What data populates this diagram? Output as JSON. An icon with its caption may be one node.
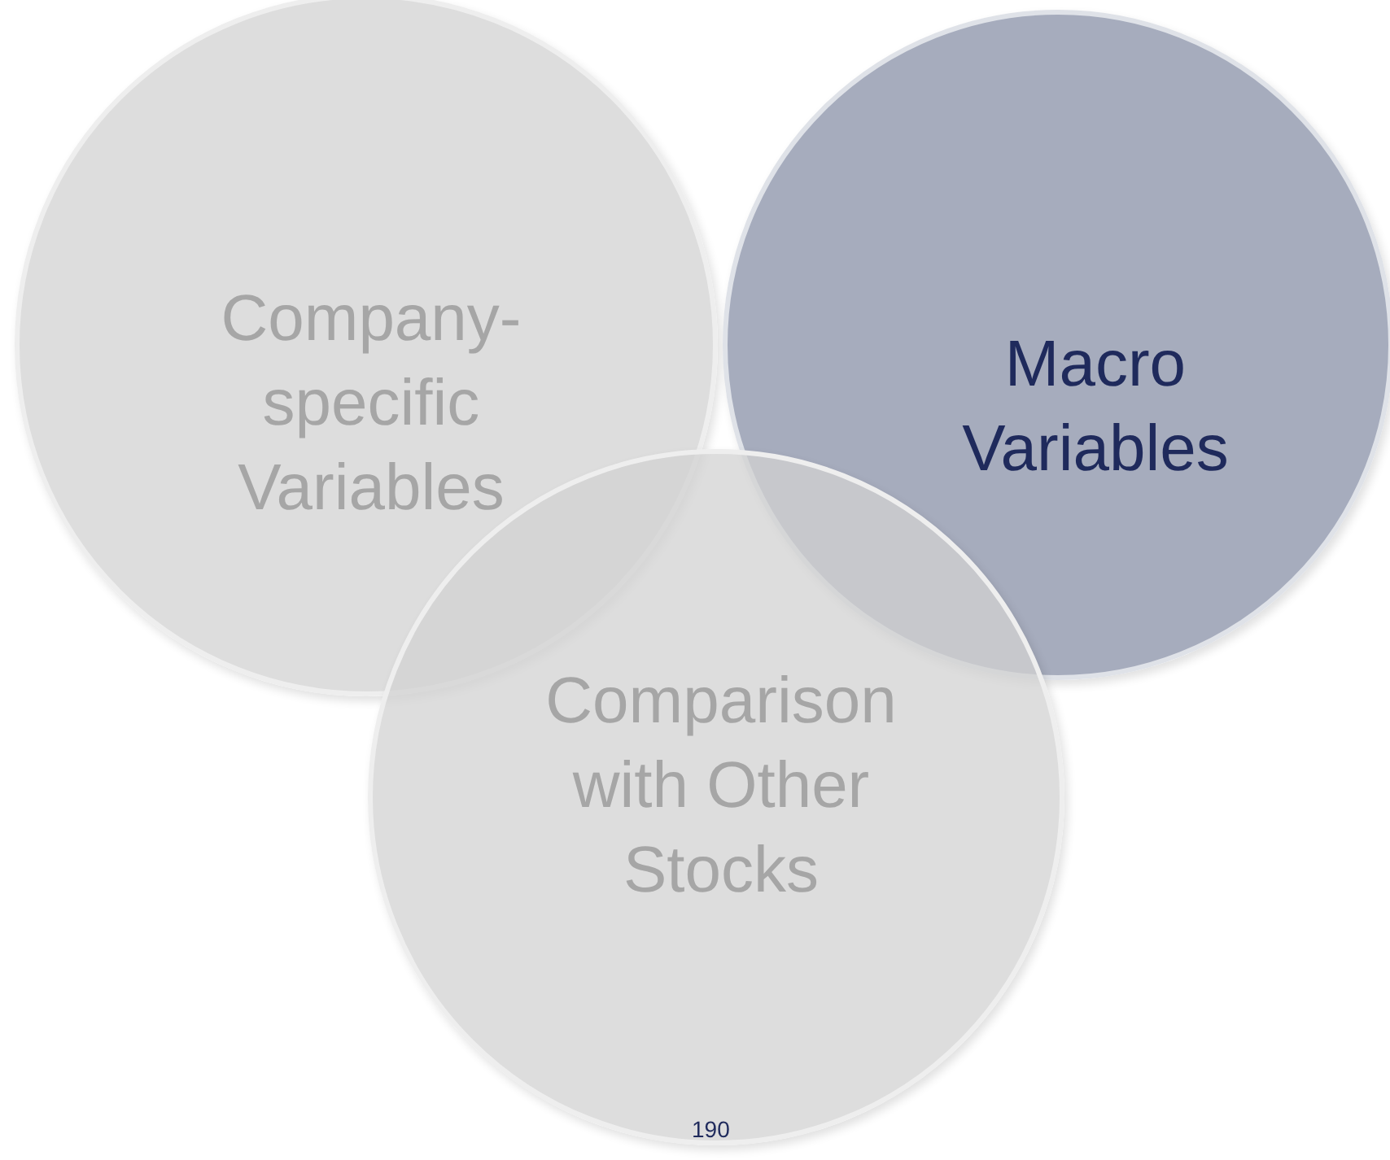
{
  "diagram": {
    "nodes": [
      {
        "text": [
          "Company-specific Variables"
        ]
      },
      {
        "text": [
          "Macro Variables"
        ]
      },
      {
        "text": [
          "Comparison with Other Stocks"
        ]
      }
    ],
    "labels": [
      "190"
    ]
  }
}
